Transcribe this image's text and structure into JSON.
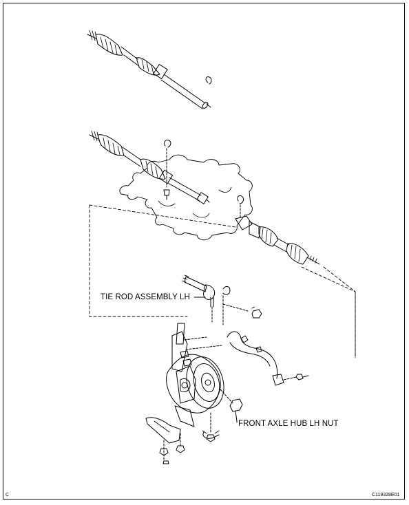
{
  "labels": {
    "tie_rod": "TIE ROD ASSEMBLY LH",
    "hub_nut": "FRONT AXLE HUB LH NUT"
  },
  "corner_left": "C",
  "figure_code": "C119328E01",
  "colors": {
    "ink": "#000000",
    "paper": "#ffffff"
  }
}
